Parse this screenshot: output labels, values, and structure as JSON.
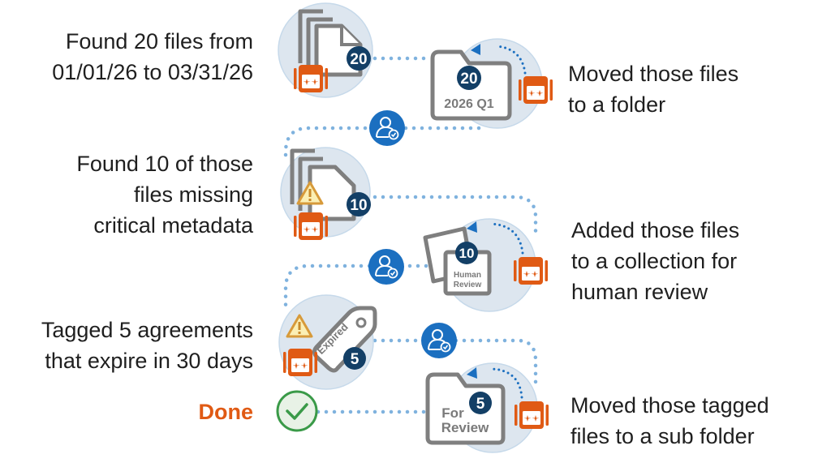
{
  "steps": [
    {
      "text_lines": [
        "Found 20 files from",
        "01/01/26 to 03/31/26"
      ],
      "badge": "20"
    },
    {
      "text_lines": [
        "Moved those files",
        "to a folder"
      ],
      "badge": "20",
      "folder_label": "2026 Q1"
    },
    {
      "text_lines": [
        "Found 10 of those",
        "files missing",
        "critical metadata"
      ],
      "badge": "10"
    },
    {
      "text_lines": [
        "Added those files",
        "to a collection for",
        "human review"
      ],
      "badge": "10",
      "collection_label_lines": [
        "Human",
        "Review"
      ]
    },
    {
      "text_lines": [
        "Tagged 5 agreements",
        "that expire in 30 days"
      ],
      "badge": "5",
      "tag_label": "Expired"
    },
    {
      "text_lines": [
        "Moved those tagged",
        "files to a sub folder"
      ],
      "badge": "5",
      "folder_label_lines": [
        "For",
        "Review"
      ]
    }
  ],
  "done_label": "Done",
  "colors": {
    "accent": "#e05a14",
    "badge": "#133f66",
    "person": "#1b6fc0",
    "dots": "#7fb2de",
    "check": "#3a9a48"
  },
  "icons": [
    "robot-icon",
    "person-check-icon",
    "warning-icon",
    "folder-icon",
    "document-stack-icon",
    "tag-icon",
    "check-circle-icon"
  ]
}
